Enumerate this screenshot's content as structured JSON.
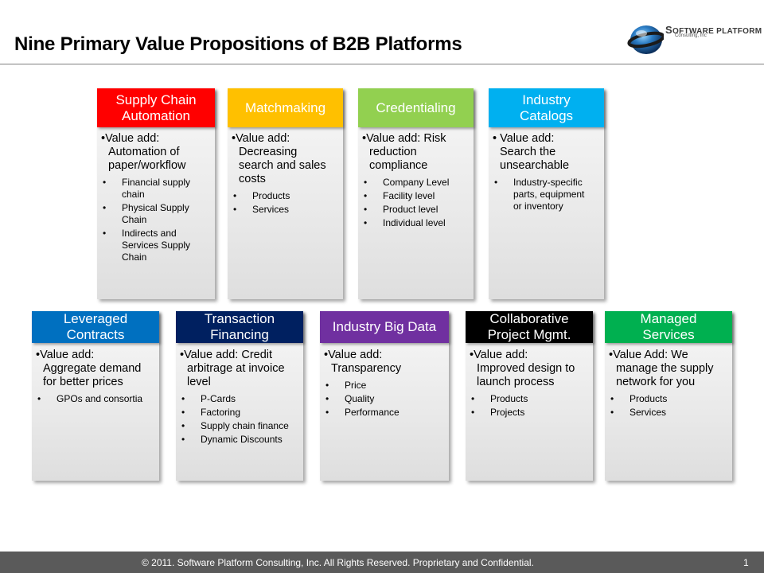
{
  "slide": {
    "title": "Nine Primary Value Propositions of B2B Platforms",
    "logo": {
      "name_prefix": "S",
      "name_line": "OFTWARE PLATFORM",
      "sub_line": "Consulting, Inc"
    },
    "footer": "© 2011. Software Platform Consulting, Inc. All Rights Reserved.   Proprietary and Confidential.",
    "page_number": "1"
  },
  "colors": {
    "supply_chain": "#ff0000",
    "matchmaking": "#ffc000",
    "credentialing": "#92d050",
    "catalogs": "#00b0f0",
    "leveraged": "#0070c0",
    "financing": "#002060",
    "big_data": "#7030a0",
    "collaborative": "#000000",
    "managed": "#00b050",
    "footer_bg": "#5a5a5a"
  },
  "cards": [
    {
      "header": "Supply Chain Automation",
      "value_add": [
        "•Value add:",
        "Automation of",
        "paper/workflow"
      ],
      "items": [
        "Financial supply chain",
        "Physical Supply Chain",
        "Indirects and Services Supply Chain"
      ]
    },
    {
      "header": "Matchmaking",
      "value_add": [
        "•Value add:",
        "Decreasing",
        "search and sales",
        "costs"
      ],
      "items": [
        "Products",
        "Services"
      ]
    },
    {
      "header": "Credentialing",
      "value_add": [
        "•Value add:  Risk",
        "reduction",
        "compliance"
      ],
      "items": [
        "Company Level",
        "Facility level",
        "Product level",
        "Individual  level"
      ]
    },
    {
      "header": "Industry Catalogs",
      "value_add": [
        "• Value add:",
        "Search the",
        "unsearchable"
      ],
      "items": [
        "Industry-specific parts, equipment or inventory"
      ]
    },
    {
      "header": "Leveraged Contracts",
      "value_add": [
        "•Value add:",
        "Aggregate demand",
        "for better prices"
      ],
      "items": [
        "GPOs and consortia"
      ]
    },
    {
      "header": "Transaction Financing",
      "value_add": [
        "•Value add:  Credit",
        "arbitrage at invoice",
        "level"
      ],
      "items": [
        "P-Cards",
        "Factoring",
        "Supply chain finance",
        "Dynamic Discounts"
      ]
    },
    {
      "header": "Industry Big Data",
      "value_add": [
        "•Value add:",
        "Transparency"
      ],
      "items": [
        "Price",
        "Quality",
        "Performance"
      ]
    },
    {
      "header": "Collaborative Project Mgmt.",
      "value_add": [
        "•Value add:",
        "Improved design to",
        "launch process"
      ],
      "items": [
        "Products",
        "Projects"
      ]
    },
    {
      "header": "Managed Services",
      "value_add": [
        "•Value Add: We",
        "manage the supply",
        "network for you"
      ],
      "items": [
        "Products",
        "Services"
      ]
    }
  ]
}
